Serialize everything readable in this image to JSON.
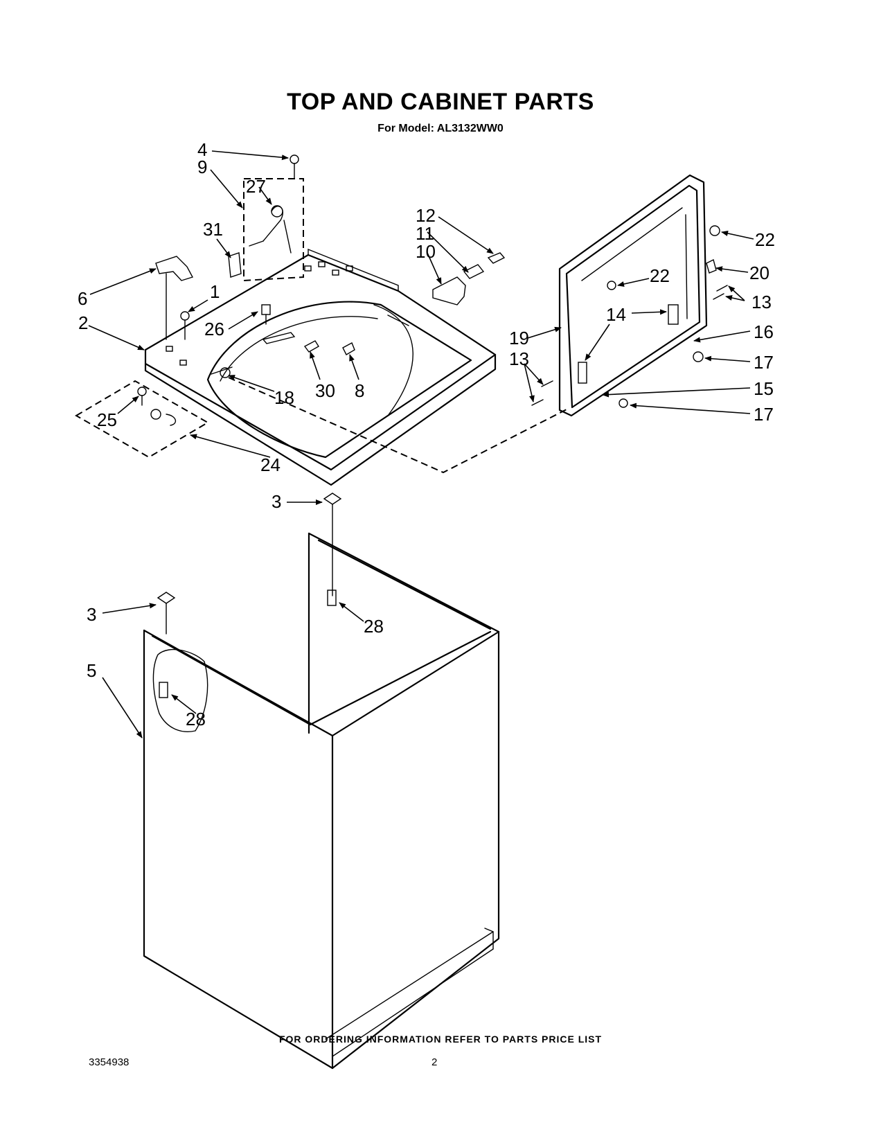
{
  "header": {
    "title": "TOP AND CABINET PARTS",
    "subtitle": "For Model: AL3132WW0"
  },
  "callouts": [
    "4",
    "9",
    "27",
    "31",
    "6",
    "1",
    "2",
    "26",
    "30",
    "8",
    "18",
    "25",
    "24",
    "12",
    "11",
    "10",
    "22",
    "20",
    "13",
    "14",
    "19",
    "16",
    "17",
    "15",
    "3",
    "28",
    "5"
  ],
  "footer": {
    "ordering_note": "FOR ORDERING INFORMATION REFER TO PARTS PRICE LIST",
    "document_number": "3354938",
    "page_number": "2"
  }
}
